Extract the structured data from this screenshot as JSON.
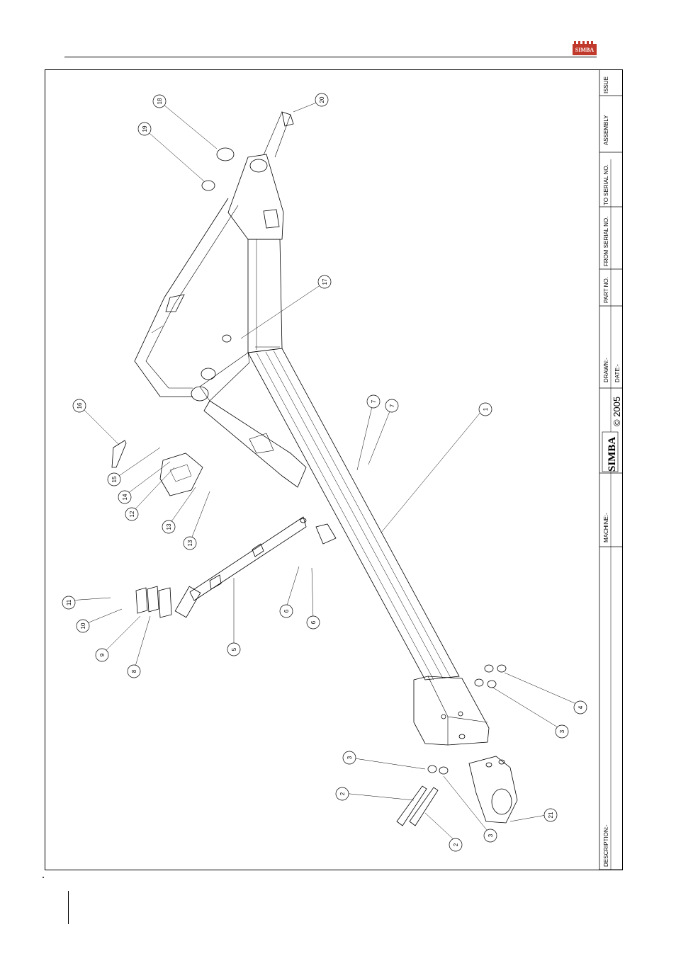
{
  "brand": {
    "logo_text": "SIMBA",
    "logo_color": "#c0392b"
  },
  "title_block": {
    "issue_label": "ISSUE",
    "assembly_label": "ASSEMBLY",
    "to_serial_label": "TO SERIAL NO.",
    "from_serial_label": "FROM SERIAL NO.",
    "part_no_label": "PART NO.",
    "drawn_label": "DRAWN:-",
    "date_label": "DATE:-",
    "copyright": "© 2005",
    "logo_text": "SIMBA",
    "machine_label": "MACHINE:-",
    "description_label": "DESCRIPTION:-"
  },
  "callouts": [
    "1",
    "2",
    "2",
    "3",
    "3",
    "3",
    "4",
    "5",
    "6",
    "6",
    "7",
    "7",
    "8",
    "9",
    "10",
    "11",
    "12",
    "13",
    "13",
    "14",
    "15",
    "16",
    "17",
    "18",
    "19",
    "20",
    "21"
  ]
}
